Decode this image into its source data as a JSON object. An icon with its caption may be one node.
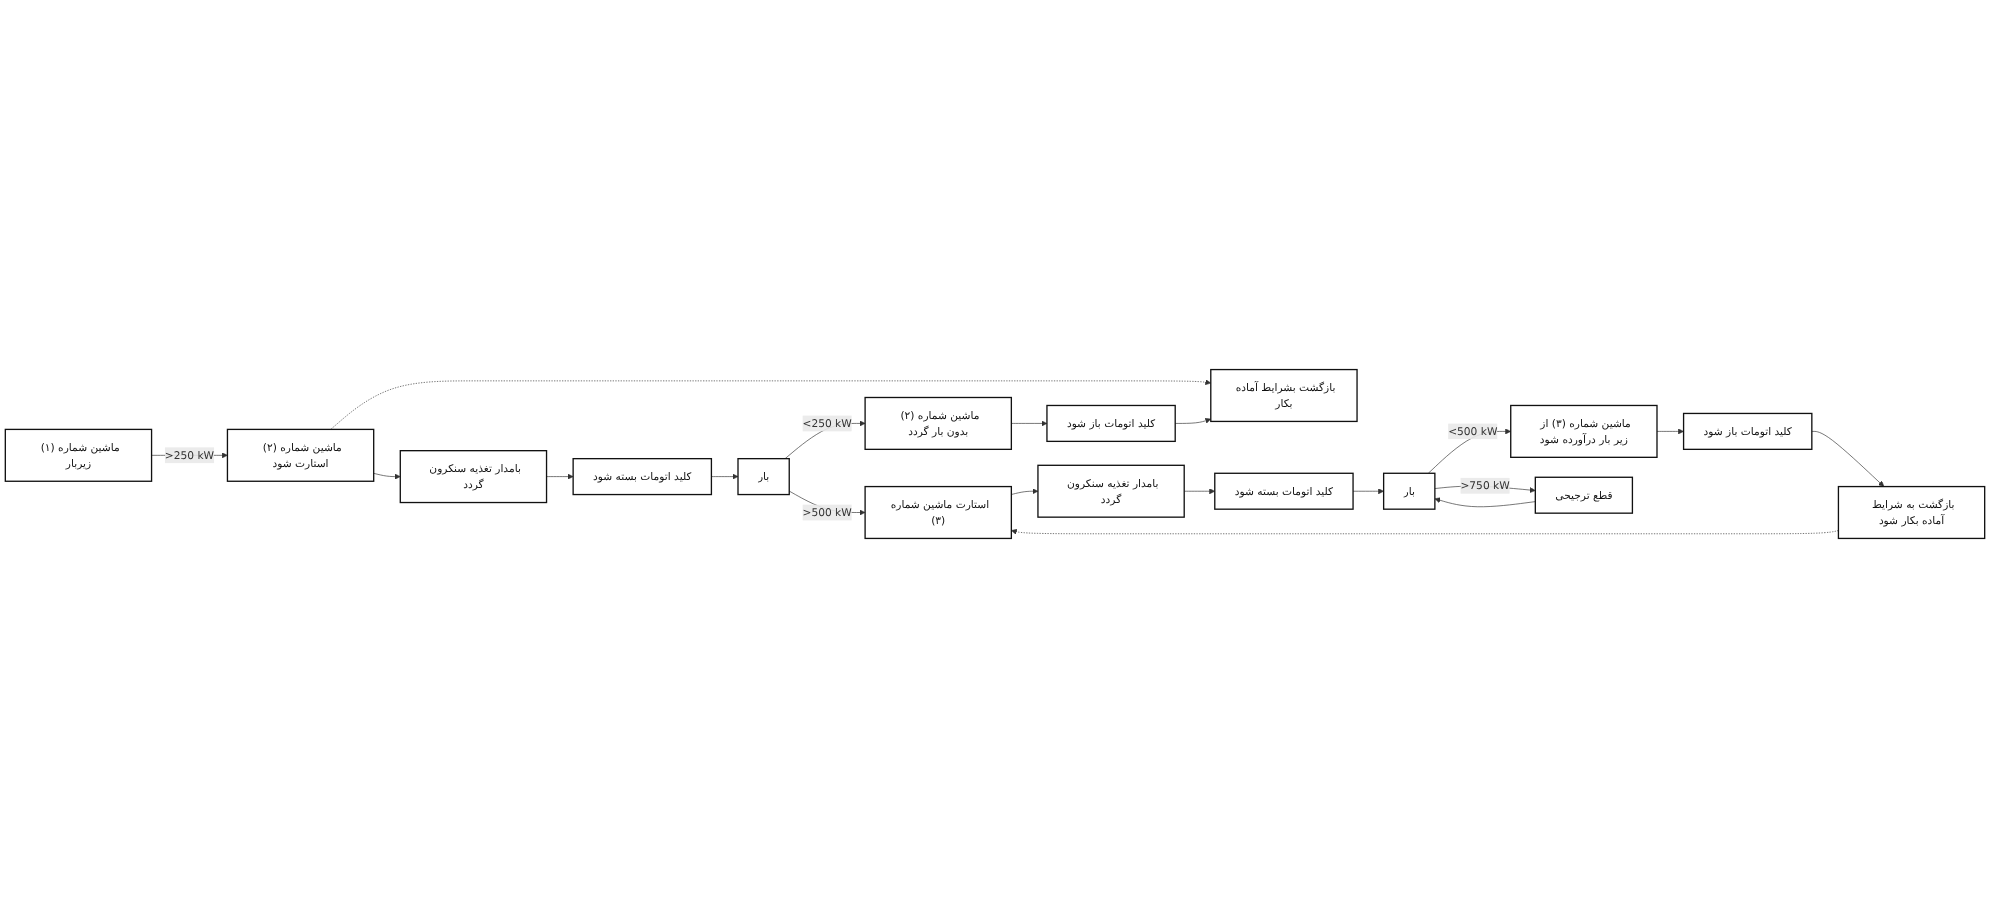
{
  "diagram": {
    "nodes": [
      {
        "text": [
          "ماشین شماره (۱) زیربار"
        ]
      },
      {
        "text": [
          "ماشین شماره (۲) استارت شود"
        ]
      },
      {
        "text": [
          "بازگشت بشرایط آماده بکار"
        ]
      },
      {
        "text": [
          "بامدار تغذیه سنکرون گردد"
        ]
      },
      {
        "text": [
          "کلید اتومات باز شود"
        ]
      },
      {
        "text": [
          "کلید اتومات بسته شود"
        ]
      },
      {
        "text": [
          "ماشین شماره (۲) بدون بار گردد"
        ]
      },
      {
        "text": [
          "بار"
        ]
      },
      {
        "text": [
          "ماشین شماره (۳) از زیر بار درآورده شود"
        ]
      },
      {
        "text": [
          "کلید اتومات باز شود"
        ]
      },
      {
        "text": [
          "بازگشت به شرایط آماده بکار شود"
        ]
      },
      {
        "text": [
          "بار"
        ]
      },
      {
        "text": [
          "قطع ترجیحی"
        ]
      },
      {
        "text": [
          "کلید اتومات بسته شود"
        ]
      },
      {
        "text": [
          "بامدار تغذیه سنکرون گردد"
        ]
      },
      {
        "text": [
          "استارت ماشین شماره (۳)"
        ]
      }
    ],
    "edges": [
      {
        "from": 0,
        "to": 1,
        "arrow": "to",
        "label": ">250 kW"
      },
      {
        "from": 1,
        "to": 2,
        "arrow": "to",
        "style": "dashed"
      },
      {
        "from": 1,
        "to": 3,
        "arrow": "to"
      },
      {
        "from": 3,
        "to": 5,
        "arrow": "to"
      },
      {
        "from": 5,
        "to": 7,
        "arrow": "to"
      },
      {
        "from": 7,
        "to": 6,
        "arrow": "to",
        "label": "<250 kW"
      },
      {
        "from": 6,
        "to": 4,
        "arrow": "to"
      },
      {
        "from": 4,
        "to": 2,
        "arrow": "to"
      },
      {
        "from": 7,
        "to": 15,
        "arrow": "to",
        "label": ">500 kW"
      },
      {
        "from": 15,
        "to": 14,
        "arrow": "to"
      },
      {
        "from": 14,
        "to": 13,
        "arrow": "to"
      },
      {
        "from": 13,
        "to": 11,
        "arrow": "to"
      },
      {
        "from": 11,
        "to": 8,
        "arrow": "to",
        "label": "<500 kW"
      },
      {
        "from": 11,
        "to": 12,
        "arrow": "to",
        "label": ">750 kW"
      },
      {
        "from": 12,
        "to": 11,
        "arrow": "to"
      },
      {
        "from": 8,
        "to": 9,
        "arrow": "to"
      },
      {
        "from": 9,
        "to": 10,
        "arrow": "to"
      },
      {
        "from": 10,
        "to": 15,
        "arrow": "to",
        "style": "dashed"
      }
    ]
  }
}
